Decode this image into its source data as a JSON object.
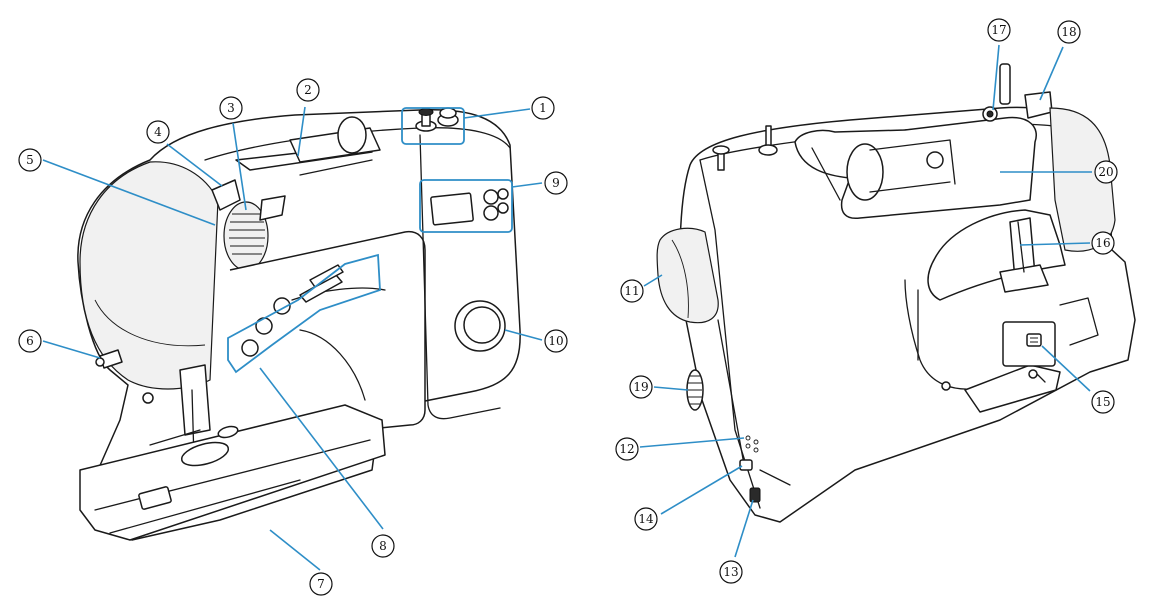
{
  "callouts": [
    {
      "number": 1,
      "glyph": "①"
    },
    {
      "number": 2,
      "glyph": "②"
    },
    {
      "number": 3,
      "glyph": "③"
    },
    {
      "number": 4,
      "glyph": "④"
    },
    {
      "number": 5,
      "glyph": "⑤"
    },
    {
      "number": 6,
      "glyph": "⑥"
    },
    {
      "number": 7,
      "glyph": "⑦"
    },
    {
      "number": 8,
      "glyph": "⑧"
    },
    {
      "number": 9,
      "glyph": "⑨"
    },
    {
      "number": 10,
      "glyph": "⑩"
    },
    {
      "number": 11,
      "glyph": "⑪"
    },
    {
      "number": 12,
      "glyph": "⑫"
    },
    {
      "number": 13,
      "glyph": "⑬"
    },
    {
      "number": 14,
      "glyph": "⑭"
    },
    {
      "number": 15,
      "glyph": "⑮"
    },
    {
      "number": 16,
      "glyph": "⑯"
    },
    {
      "number": 17,
      "glyph": "⑰"
    },
    {
      "number": 18,
      "glyph": "⑱"
    },
    {
      "number": 19,
      "glyph": "⑲"
    },
    {
      "number": 20,
      "glyph": "⑳"
    }
  ],
  "colors": {
    "leader": "#2e8ec7",
    "outline": "#1a1a1a",
    "background": "#ffffff"
  },
  "icons": {
    "front_view": "sewing-machine-front-icon",
    "back_view": "sewing-machine-rear-icon"
  }
}
